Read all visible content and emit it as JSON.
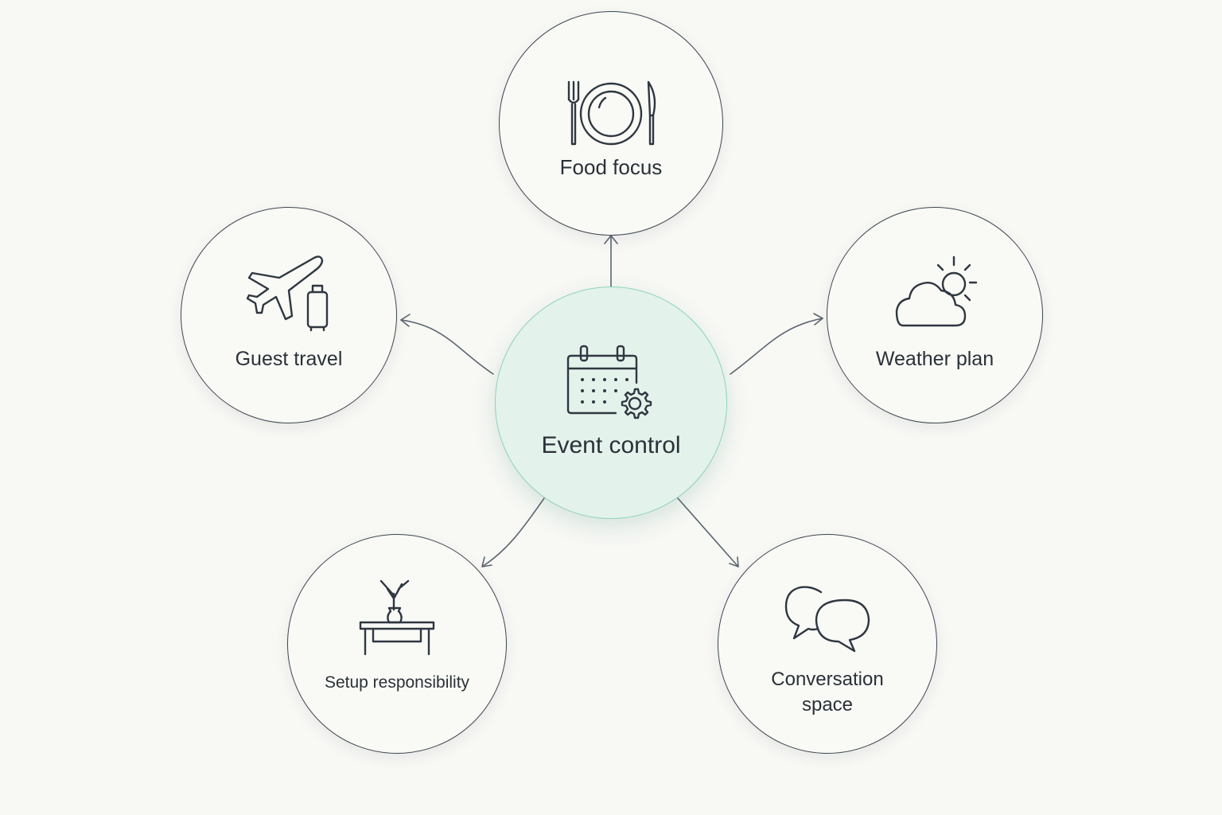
{
  "center": {
    "label": "Event control",
    "icon": "calendar-gear-icon"
  },
  "nodes": {
    "food": {
      "label": "Food focus",
      "icon": "plate-cutlery-icon"
    },
    "travel": {
      "label": "Guest travel",
      "icon": "airplane-luggage-icon"
    },
    "weather": {
      "label": "Weather plan",
      "icon": "cloud-sun-icon"
    },
    "setup": {
      "label": "Setup responsibility",
      "icon": "table-vase-icon"
    },
    "conversation": {
      "label_line1": "Conversation",
      "label_line2": "space",
      "icon": "speech-bubbles-icon"
    }
  },
  "colors": {
    "background": "#f8f8f5",
    "stroke": "#3d4750",
    "center_fill": "#e4f2ec",
    "center_border": "#8ed2bb",
    "arrow": "#5c6670"
  }
}
